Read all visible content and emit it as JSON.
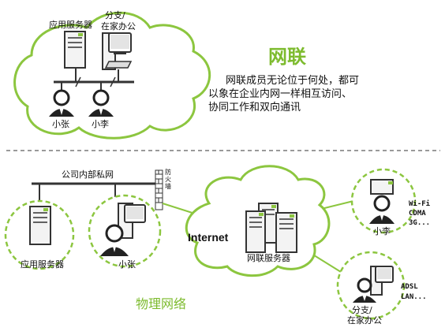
{
  "top": {
    "app_server_label": "应用服务器",
    "branch_label_1": "分支/",
    "branch_label_2": "在家办公",
    "user_zhang": "小张",
    "user_li": "小李",
    "title": "网联",
    "desc_1": "网联成员无论位于何处，都可",
    "desc_2": "以象在企业内网一样相互访问、",
    "desc_3": "协同工作和双向通讯"
  },
  "bottom": {
    "lan_label": "公司内部私网",
    "firewall_label": "防火墙",
    "app_server_label": "应用服务器",
    "user_zhang": "小张",
    "internet_label": "Internet",
    "cloud_server_label": "网联服务器",
    "remote_user_li": "小李",
    "wifi_1": "Wi-Fi",
    "wifi_2": "CDMA",
    "wifi_3": "3G...",
    "adsl_1": "ADSL",
    "adsl_2": "LAN...",
    "branch_1": "分支/",
    "branch_2": "在家办公",
    "caption": "物理网络"
  },
  "colors": {
    "green": "#8cc63f",
    "title_green": "#7dbb2e",
    "dash": "#999999"
  }
}
